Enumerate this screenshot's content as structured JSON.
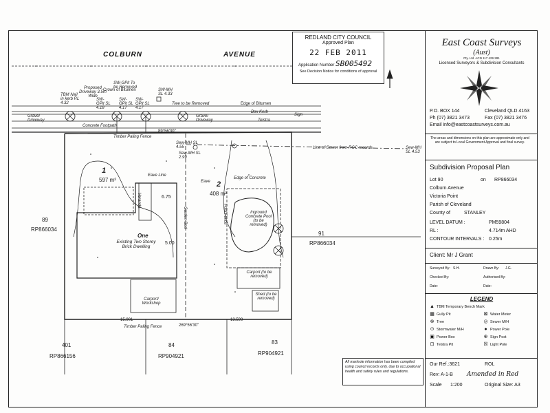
{
  "street": {
    "name_left": "COLBURN",
    "name_right": "AVENUE"
  },
  "council": {
    "title": "REDLAND CITY COUNCIL",
    "subtitle": "Approved Plan",
    "date": "22 FEB 2011",
    "application_label": "Application Number",
    "application_number": "SB005492",
    "note": "See Decision Notice for conditions of approval"
  },
  "surveyor": {
    "name": "East Coast Surveys",
    "sub": "(Aust)",
    "reg": "Pty. Ltd.   ACN 117 429 281",
    "tagline": "Licensed Surveyors & Subdivision Consultants",
    "po_box": "P.O. BOX 144",
    "city": "Cleveland QLD 4163",
    "phone": "Ph (07) 3821 3473",
    "fax": "Fax (07) 3821 3476",
    "email": "Email info@eastcoastsurveys.com.au",
    "disclaimer": "The areas and dimensions on this plan are approximate only and are subject to Local Government Approval and final survey."
  },
  "plan": {
    "title": "Subdivision Proposal Plan",
    "lot_label": "Lot 90",
    "on_label": "on",
    "rp": "RP866034",
    "street": "Colburn Avenue",
    "locality": "Victoria Point",
    "parish": "Parish of Cleveland",
    "county_label": "County of",
    "county": "STANLEY",
    "datum_label": "LEVEL DATUM :",
    "datum": "PM59804",
    "rl_label": "RL :",
    "rl": "4.714m AHD",
    "contour_label": "CONTOUR INTERVALS :",
    "contour": "0.25m",
    "client": "Client: Mr J Grant",
    "surveyed_by": "Surveyed By:",
    "surveyed_val": "S.H.",
    "drawn_by": "Drawn By:",
    "drawn_val": "J.G.",
    "checked_by": "Checked By:",
    "authorised_by": "Authorised By:",
    "date_l": "Date:",
    "date_r": "Date:"
  },
  "legend": {
    "title": "LEGEND",
    "items": [
      {
        "icon": "triangle-icon",
        "label": "TBM Temporary Bench Mark"
      },
      {
        "icon": "gully-pit-icon",
        "label": "Gully Pit"
      },
      {
        "icon": "water-meter-icon",
        "label": "Water Meter"
      },
      {
        "icon": "tree-icon",
        "label": "Tree"
      },
      {
        "icon": "sewer-mh-icon",
        "label": "Sewer M/H"
      },
      {
        "icon": "stormwater-mh-icon",
        "label": "Stormwater M/H"
      },
      {
        "icon": "power-pole-icon",
        "label": "Power Pole"
      },
      {
        "icon": "power-box-icon",
        "label": "Power Box"
      },
      {
        "icon": "sign-post-icon",
        "label": "Sign Post"
      },
      {
        "icon": "telstra-pit-icon",
        "label": "Telstra Pit"
      },
      {
        "icon": "light-pole-icon",
        "label": "Light Pole"
      }
    ]
  },
  "footer": {
    "ref_label": "Our Ref.:3621",
    "rol": "ROL",
    "rev": "Rev: A-1-B",
    "amended": "Amended in Red",
    "scale_label": "Scale",
    "scale": "1:200",
    "orig": "Original Size: A3"
  },
  "manhole_note": "All manhole information has been compiled using council records only, due to occupational health and safety rules and regulations.",
  "lots": {
    "lot1_num": "1",
    "lot1_area": "597 m²",
    "lot2_num": "2",
    "lot2_area": "408 m²",
    "lot89": "89",
    "lot89_rp": "RP866034",
    "lot91": "91",
    "lot91_rp": "RP866034",
    "lot401": "401",
    "lot401_rp": "RP866156",
    "lot84": "84",
    "lot84_rp": "RP904921",
    "lot83": "83",
    "lot83_rp": "RP904921"
  },
  "labels": {
    "crown": "Crown of Bitumen",
    "edge_bitumen": "Edge of Bitumen",
    "gravel1": "Gravel Driveway",
    "gravel2": "Gravel Driveway",
    "footpath": "Concrete Footpath",
    "telstra": "Telstra",
    "box_kerb": "Box Kerb",
    "sign": "Sign",
    "timber_fence_top": "Timber Paling Fence",
    "timber_fence_bottom": "Timber Paling Fence",
    "sewer_line": "Line of Sewer from RCC records",
    "tbm": "TBM Nail in kerb RL 4.32",
    "proposed_driveway": "Proposed Driveway 3.5m Wide",
    "sw_gpit1": "SW-GPit SL 4.18",
    "sw_gpit2": "SW-GPit SL 4.17",
    "sw_gpit3": "SW-GPit SL 4.17",
    "sw_removed": "SW-GPit To be Removed",
    "sw_mh_top": "SW-MH SL 4.33",
    "tree_removed": "Tree to be Removed",
    "sew_mh1": "Sew-MH SL 4.55",
    "sew_mh2": "Sew-MH SL 2.99",
    "sew_mh3": "Sew-MH SL 4.53",
    "eave_line": "Eave Line",
    "veranda": "Veranda",
    "eave": "Eave",
    "edge_concrete": "Edge of Concrete",
    "pool": "Inground Concrete Pool (to be removed)",
    "pool_fence": "Pool Fence",
    "garden_bed": "Garden Bed",
    "dwelling_one": "One",
    "dwelling": "Existing Two Storey Brick Dwelling",
    "carport1": "Carport/ Workshop",
    "carport2": "Carport (to be removed)",
    "shed": "Shed (to be removed)",
    "dim_5": "5.00",
    "dim_675": "6.75",
    "dim_bottom1": "15.901",
    "dim_bottom2": "13.599",
    "bearing_bottom": "269°56'30\"",
    "bearing_top": "89°56'30\""
  }
}
